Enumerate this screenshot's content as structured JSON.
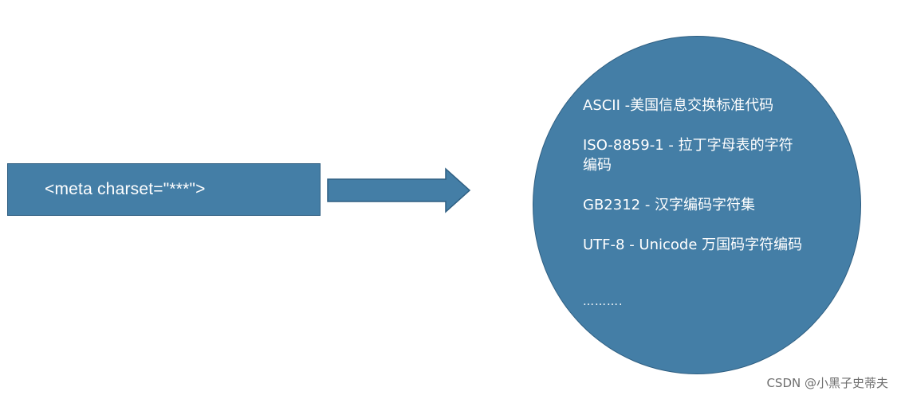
{
  "meta_box": {
    "text": "<meta charset=\"***\">"
  },
  "encodings": [
    "ASCII -美国信息交换标准代码",
    "ISO-8859-1 - 拉丁字母表的字符编码",
    "GB2312 - 汉字编码字符集",
    "UTF-8 - Unicode 万国码字符编码",
    "………."
  ],
  "watermark": "CSDN @小黑子史蒂夫",
  "colors": {
    "shape_fill": "#447ea6",
    "shape_border": "#2f5f82",
    "text": "#ffffff"
  }
}
